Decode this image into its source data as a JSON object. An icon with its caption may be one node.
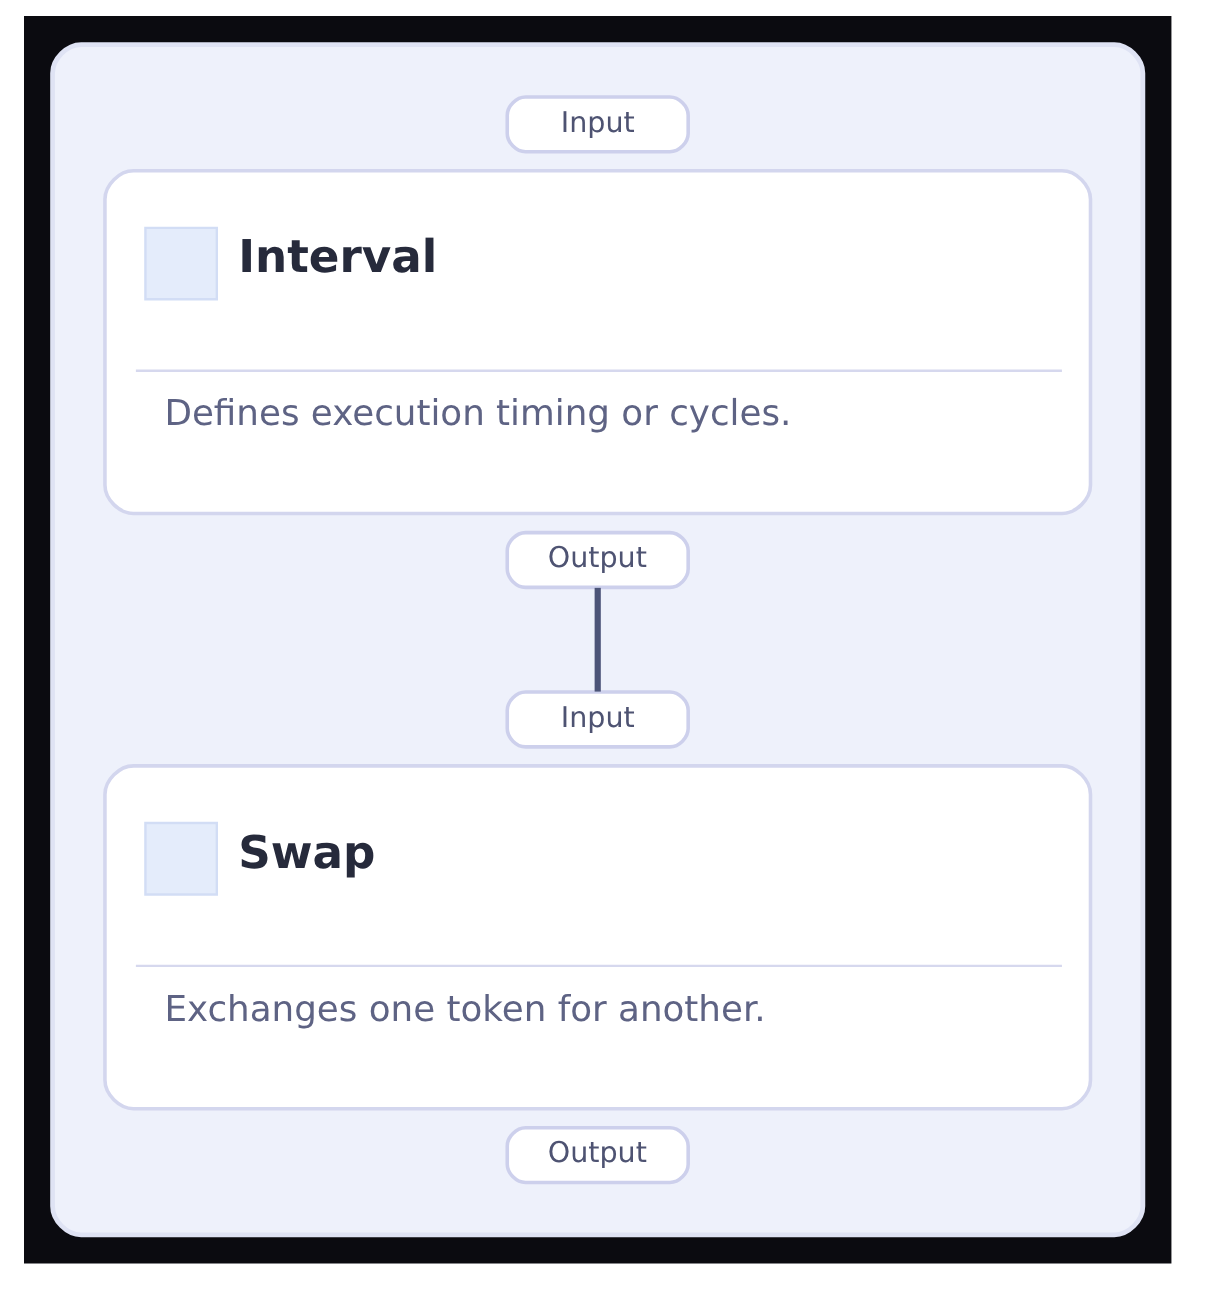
{
  "diagram": {
    "nodes": [
      {
        "text": [],
        "shape": "box"
      },
      {
        "text": [
          "Input"
        ],
        "in": 0
      },
      {
        "text": [
          "Interval",
          "Defines execution timing or cycles."
        ],
        "in": 0
      },
      {
        "text": [
          "Output"
        ],
        "in": 0
      },
      {
        "text": [
          "Input"
        ],
        "in": 0
      },
      {
        "text": [
          "Swap",
          "Exchanges one token for another."
        ],
        "in": 0
      },
      {
        "text": [
          "Output"
        ],
        "in": 0
      }
    ],
    "edges": [
      {
        "from": 3,
        "to": 4,
        "arrow": "none"
      }
    ]
  }
}
